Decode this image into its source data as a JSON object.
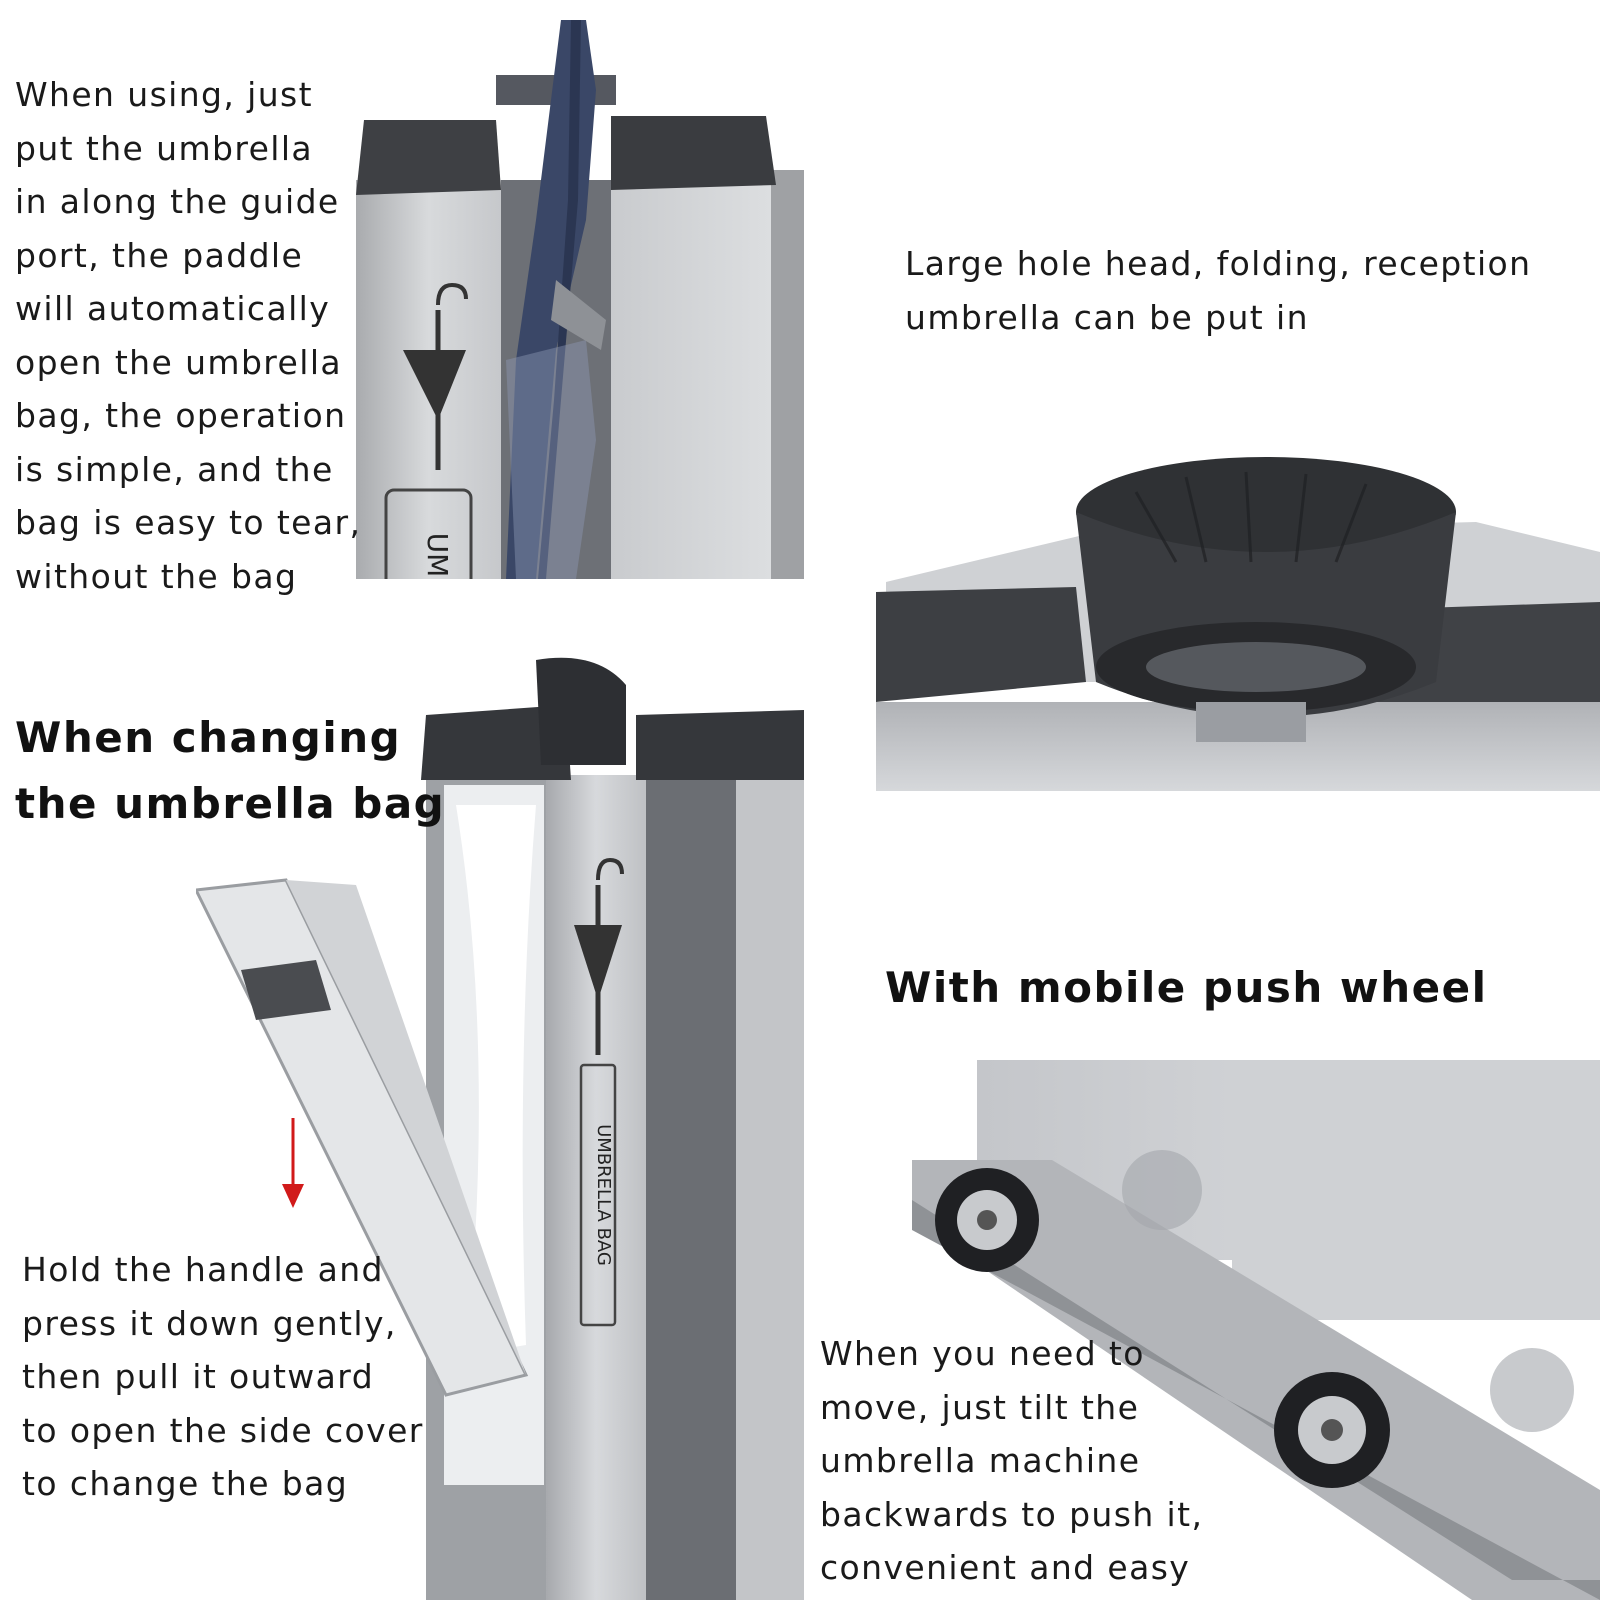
{
  "colors": {
    "background": "#ffffff",
    "text": "#1a1a1a",
    "stainless_steel": "#b7b9bc",
    "dark_plastic": "#3b3d40",
    "umbrella_navy": "#3a4767",
    "arrow_red": "#d11a1a"
  },
  "sections": {
    "usage": {
      "lines": [
        "When using, just",
        "put the umbrella",
        "in along the guide",
        "port, the paddle",
        "will automatically",
        "open the umbrella",
        "bag, the operation",
        "is simple, and the",
        "bag is easy to tear,",
        "without the bag"
      ],
      "photo_label": "UM",
      "icon": "umbrella-icon"
    },
    "hole_head": {
      "lines": [
        "Large hole head, folding, reception",
        "umbrella can be put in"
      ]
    },
    "change_bag": {
      "heading_lines": [
        "When changing",
        "the umbrella bag"
      ],
      "lines": [
        "Hold the handle and",
        "press it down gently,",
        "then pull it outward",
        "to open the side cover",
        "to change the bag"
      ],
      "photo_label": "UMBRELLA BAG",
      "icon": "down-arrow-icon"
    },
    "push_wheel": {
      "heading": "With mobile push wheel",
      "lines": [
        "When you need to",
        "move, just tilt the",
        "umbrella machine",
        "backwards to push it,",
        "convenient and easy"
      ]
    }
  }
}
